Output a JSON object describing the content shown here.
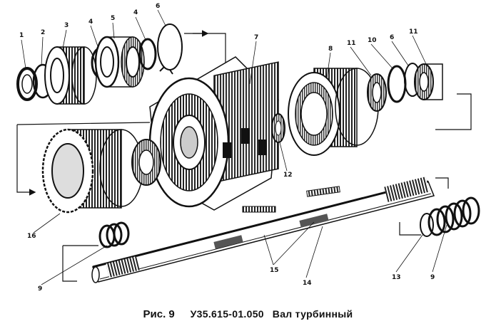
{
  "callouts": [
    "1",
    "2",
    "3",
    "4",
    "5",
    "4",
    "6",
    "7",
    "8",
    "11",
    "10",
    "6",
    "11",
    "12",
    "16",
    "9",
    "15",
    "14",
    "13",
    "9"
  ],
  "caption": {
    "fig": "Рис. 9",
    "code": "У35.615-01.050",
    "title": "Вал турбинный"
  }
}
